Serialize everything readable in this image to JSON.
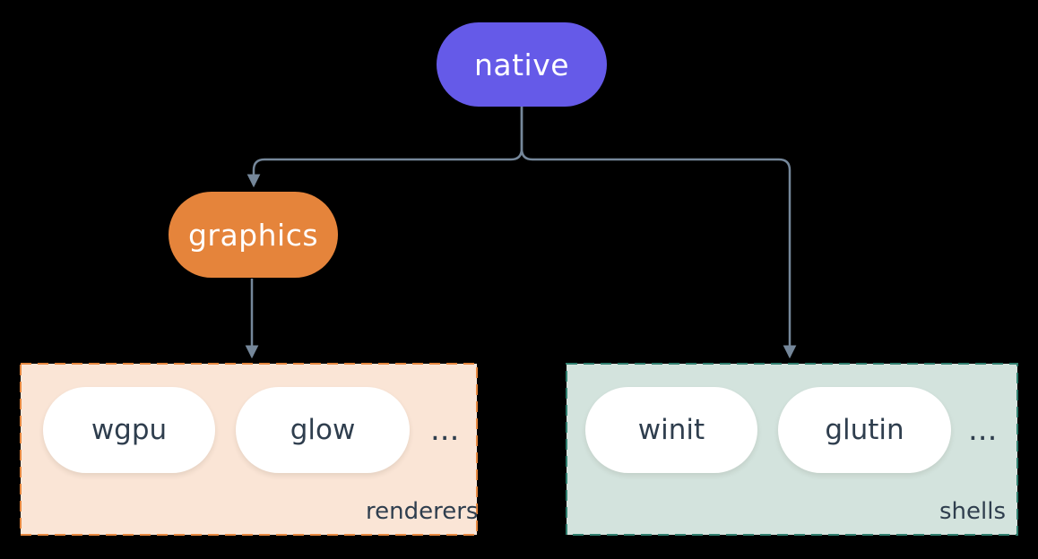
{
  "diagram": {
    "nodes": {
      "native": {
        "label": "native"
      },
      "graphics": {
        "label": "graphics"
      }
    },
    "groups": {
      "renderers": {
        "label": "renderers",
        "items": [
          "wgpu",
          "glow"
        ],
        "ellipsis": "..."
      },
      "shells": {
        "label": "shells",
        "items": [
          "winit",
          "glutin"
        ],
        "ellipsis": "..."
      }
    },
    "edges": [
      {
        "from": "native",
        "to": "graphics"
      },
      {
        "from": "native",
        "to": "shells"
      },
      {
        "from": "graphics",
        "to": "renderers"
      }
    ]
  },
  "colors": {
    "background": "#000000",
    "native_fill": "#655AE8",
    "graphics_fill": "#E5843B",
    "node_text": "#FFFFFF",
    "edge": "#75879A",
    "renderers_fill": "#FAE5D6",
    "renderers_border": "#E5873F",
    "shells_fill": "#D3E3DD",
    "shells_border": "#2F7E6E",
    "item_fill": "#FFFFFF",
    "item_text": "#2F3E4E"
  }
}
